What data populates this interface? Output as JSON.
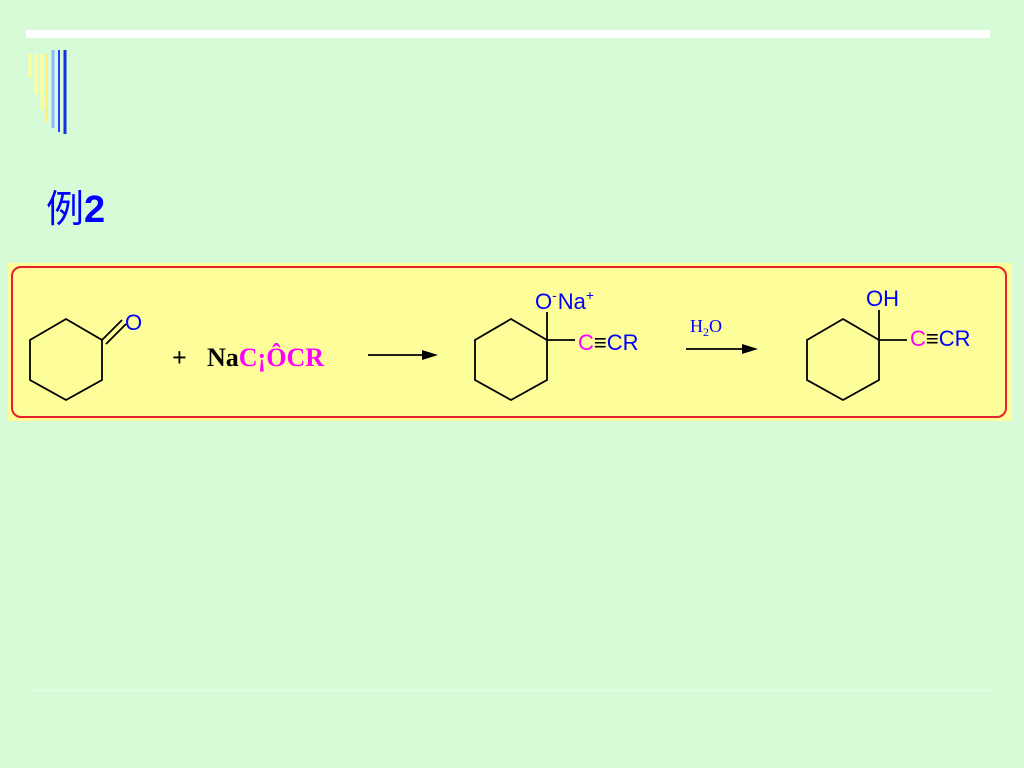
{
  "slide": {
    "title_prefix": "例",
    "title_number": "2"
  },
  "scheme": {
    "reactant_oxygen": "O",
    "plus": "+",
    "reagent_na": "Na",
    "reagent_alkyne": "C¡ÔCR",
    "intermediate_o": "O",
    "intermediate_o_charge": "-",
    "intermediate_na": "Na",
    "intermediate_na_charge": "+",
    "intermediate_c": "C",
    "intermediate_triple": "≡",
    "intermediate_cr": "CR",
    "step2_reagent_h": "H",
    "step2_reagent_sub": "2",
    "step2_reagent_o": "O",
    "product_oh": "OH",
    "product_c": "C",
    "product_triple": "≡",
    "product_cr": "CR"
  },
  "colors": {
    "background": "#d6fbd6",
    "panel": "#fdfd99",
    "panel_border": "#e8202a",
    "title": "#0000ff",
    "atom_blue": "#0000ff",
    "alkyne_magenta": "#ff00ff",
    "bond": "#000000"
  }
}
